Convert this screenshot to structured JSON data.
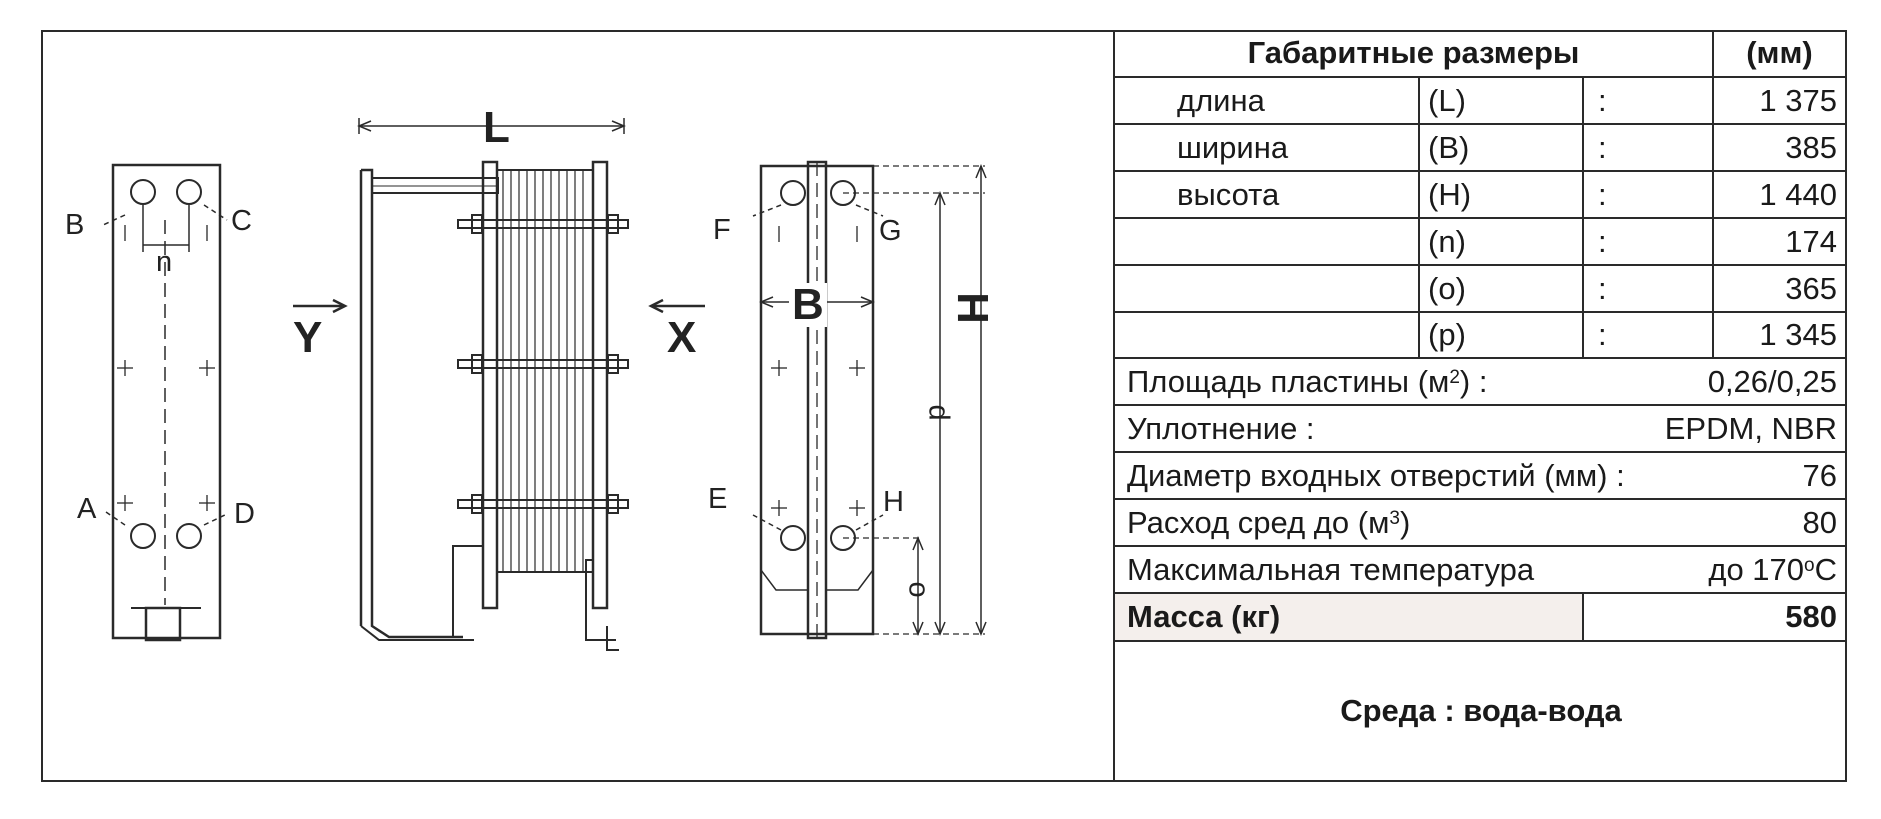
{
  "drawing": {
    "left_view": {
      "labels": {
        "b": "B",
        "c": "C",
        "n": "n",
        "a": "A",
        "d": "D"
      }
    },
    "side_view": {
      "labels": {
        "l": "L",
        "y": "Y",
        "x": "X"
      }
    },
    "right_view": {
      "labels": {
        "f": "F",
        "g": "G",
        "b": "B",
        "h_dim": "H",
        "p": "p",
        "e": "E",
        "h": "H",
        "o": "o"
      }
    }
  },
  "table": {
    "header": {
      "title": "Габаритные размеры",
      "unit": "(мм)"
    },
    "dims": [
      {
        "name": "длина",
        "sym": "(L)",
        "sep": ":",
        "value": "1 375"
      },
      {
        "name": "ширина",
        "sym": "(B)",
        "sep": ":",
        "value": "385"
      },
      {
        "name": "высота",
        "sym": "(H)",
        "sep": ":",
        "value": "1 440"
      },
      {
        "name": "",
        "sym": "(n)",
        "sep": ":",
        "value": "174"
      },
      {
        "name": "",
        "sym": "(o)",
        "sep": ":",
        "value": "365"
      },
      {
        "name": "",
        "sym": "(p)",
        "sep": ":",
        "value": "1 345"
      }
    ],
    "plate_area": {
      "label": "Площадь  пластины  (м",
      "sup": "2",
      "suffix": ")  :",
      "value": "0,26/0,25"
    },
    "seal": {
      "label": "Уплотнение :",
      "value": "EPDM,  NBR"
    },
    "diameter": {
      "label": "Диаметр  входных отверстий  (мм) :",
      "value": "76"
    },
    "flow": {
      "label": "Расход  сред  до  (м",
      "sup": "3",
      "suffix": ")",
      "value": "80"
    },
    "temp": {
      "label": "Максимальная  температура",
      "prefix": "до  170",
      "sup": "o",
      "suffix": "C"
    },
    "mass": {
      "label": "Масса (кг)",
      "value": "580"
    },
    "medium": "Среда  :  вода-вода"
  }
}
